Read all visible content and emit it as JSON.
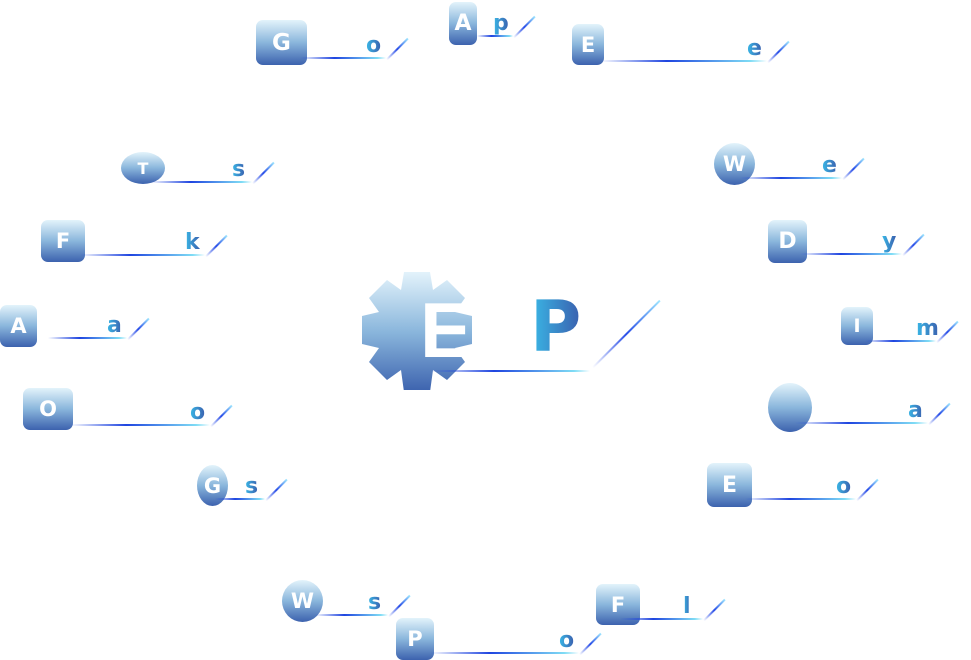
{
  "center": {
    "first": "E",
    "last": "P",
    "icon": "gear-icon"
  },
  "nodes": [
    {
      "icon": "bar-chart-icon",
      "first": "G",
      "last": "o"
    },
    {
      "icon": "mobile-phone-icon",
      "first": "A",
      "last": "p"
    },
    {
      "icon": "lock-icon",
      "first": "E",
      "last": "e"
    },
    {
      "icon": "heart-check-icon",
      "first": "T",
      "last": "s"
    },
    {
      "icon": "thumbs-up-chat-icon",
      "first": "F",
      "last": "k"
    },
    {
      "icon": "address-book-icon",
      "first": "A",
      "last": "a"
    },
    {
      "icon": "money-clipboard-icon",
      "first": "O",
      "last": "o"
    },
    {
      "icon": "location-pin-icon",
      "first": "G",
      "last": "s"
    },
    {
      "icon": "globe-icon",
      "first": "W",
      "last": "e"
    },
    {
      "icon": "hand-box-icon",
      "first": "D",
      "last": "y"
    },
    {
      "icon": "document-icon",
      "first": "I",
      "last": "m"
    },
    {
      "icon": "headset-icon",
      "first": "",
      "last": "a"
    },
    {
      "icon": "list-edit-icon",
      "first": "E",
      "last": "o"
    },
    {
      "icon": "chat-bubble-icon",
      "first": "W",
      "last": "s"
    },
    {
      "icon": "receipt-dollar-icon",
      "first": "P",
      "last": "o"
    },
    {
      "icon": "funnel-icon",
      "first": "F",
      "last": "l"
    }
  ]
}
